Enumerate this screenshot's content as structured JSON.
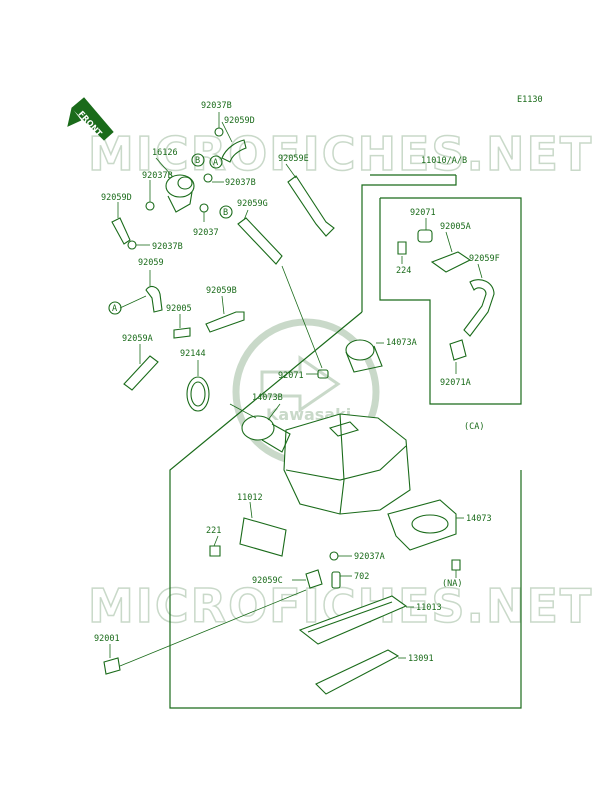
{
  "diagram_code": "E1130",
  "front_label": "FRONT",
  "watermark": "MICROFICHES.NET",
  "watermark_logo_text": "Kawasaki",
  "callouts": {
    "A": "A",
    "B": "B"
  },
  "notes": {
    "ca": "(CA)",
    "na": "(NA)"
  },
  "parts": {
    "p92037B_top": "92037B",
    "p92059D_top": "92059D",
    "p16126": "16126",
    "p92037B_left": "92037B",
    "p92037B_mid": "92037B",
    "p92059E": "92059E",
    "p11010": "11010/A/B",
    "p92059D_left": "92059D",
    "p92037B_lower": "92037B",
    "p92037": "92037",
    "p92059G": "92059G",
    "p92071_top": "92071",
    "p92005A": "92005A",
    "p224": "224",
    "p92059F": "92059F",
    "p92059": "92059",
    "p92059B": "92059B",
    "p92005": "92005",
    "p92059A": "92059A",
    "p92144": "92144",
    "p14073A": "14073A",
    "p92071_mid": "92071",
    "p92071A": "92071A",
    "p14073B": "14073B",
    "p11012": "11012",
    "p14073": "14073",
    "p221": "221",
    "p92037A": "92037A",
    "p92059C": "92059C",
    "p702": "702",
    "p11013": "11013",
    "p92001": "92001",
    "p13091": "13091"
  },
  "colors": {
    "line": "#1a6b1a",
    "watermark": "#c9d9c9"
  }
}
